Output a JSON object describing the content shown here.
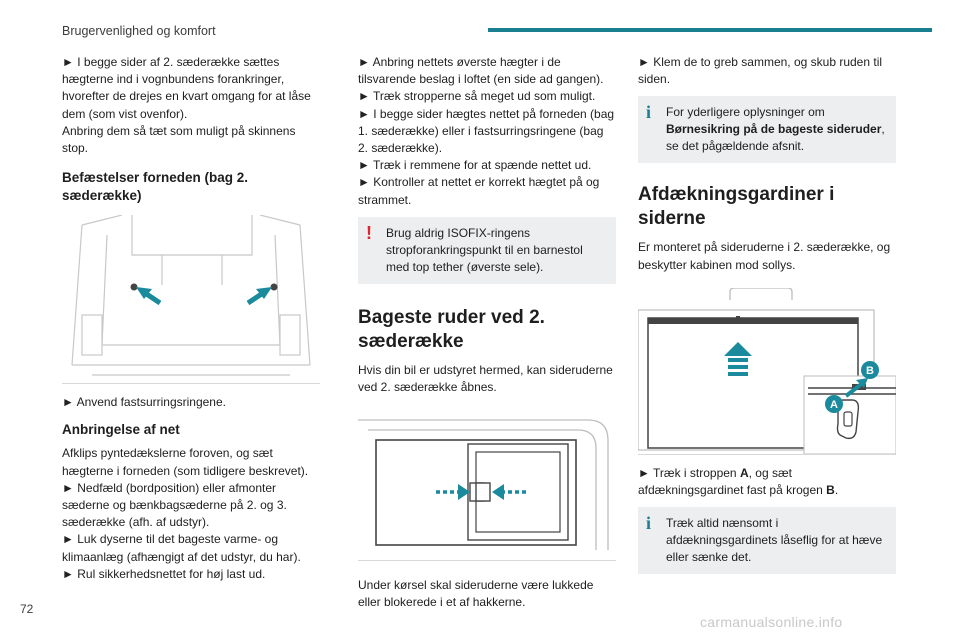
{
  "header": {
    "section_title": "Brugervenlighed og komfort",
    "accent_color": "#1a7f90"
  },
  "page_number": "72",
  "watermark": "carmanualsonline.info",
  "col1": {
    "p1": "I begge sider af 2. sæderække sættes hægterne ind i vognbundens forankringer, hvorefter de drejes en kvart omgang for at låse dem (som vist ovenfor).",
    "p2": "Anbring dem så tæt som muligt på skinnens stop.",
    "heading1": "Befæstelser forneden (bag 2. sæderække)",
    "p3": "Anvend fastsurringsringene.",
    "heading2": "Anbringelse af net",
    "p4": "Afklips pyntedækslerne foroven, og sæt hægterne i forneden (som tidligere beskrevet).",
    "p5": "Nedfæld (bordposition) eller afmonter sæderne og bænkbagsæderne på 2. og 3. sæderække (afh. af udstyr).",
    "p6": "Luk dyserne til det bageste varme- og klimaanlæg (afhængigt af det udstyr, du har).",
    "p7": "Rul sikkerhedsnettet for høj last ud."
  },
  "col2": {
    "p1": "Anbring nettets øverste hægter i de tilsvarende beslag i loftet (en side ad gangen).",
    "p2": "Træk stropperne så meget ud som muligt.",
    "p3": "I begge sider hægtes nettet på forneden (bag 1. sæderække) eller i fastsurringsringene (bag 2. sæderække).",
    "p4": "Træk i remmene for at spænde nettet ud.",
    "p5": "Kontroller at nettet er korrekt hægtet på og strammet.",
    "warning": "Brug aldrig ISOFIX-ringens stropforankringspunkt til en barnestol med top tether (øverste sele).",
    "section_title": "Bageste ruder ved 2. sæderække",
    "p6": "Hvis din bil er udstyret hermed, kan sideruderne ved 2. sæderække åbnes.",
    "p7": "Under kørsel skal sideruderne være lukkede eller blokerede i et af hakkerne."
  },
  "col3": {
    "p1": "Klem de to greb sammen, og skub ruden til siden.",
    "info1_pre": "For yderligere oplysninger om",
    "info1_bold": "Børnesikring på de bageste sideruder",
    "info1_post": ", se det pågældende afsnit.",
    "section_title": "Afdækningsgardiner i siderne",
    "p2": "Er monteret på sideruderne i 2. sæderække, og beskytter kabinen mod sollys.",
    "label_a": "A",
    "label_b": "B",
    "p3_pre": "Træk i stroppen",
    "p3_mid": ", og sæt afdækningsgardinet fast på krogen",
    "info2": "Træk altid nænsomt i afdækningsgardinets låseflig for at hæve eller sænke det."
  },
  "bullet": "►",
  "icons": {
    "warning": "!",
    "info": "i"
  }
}
